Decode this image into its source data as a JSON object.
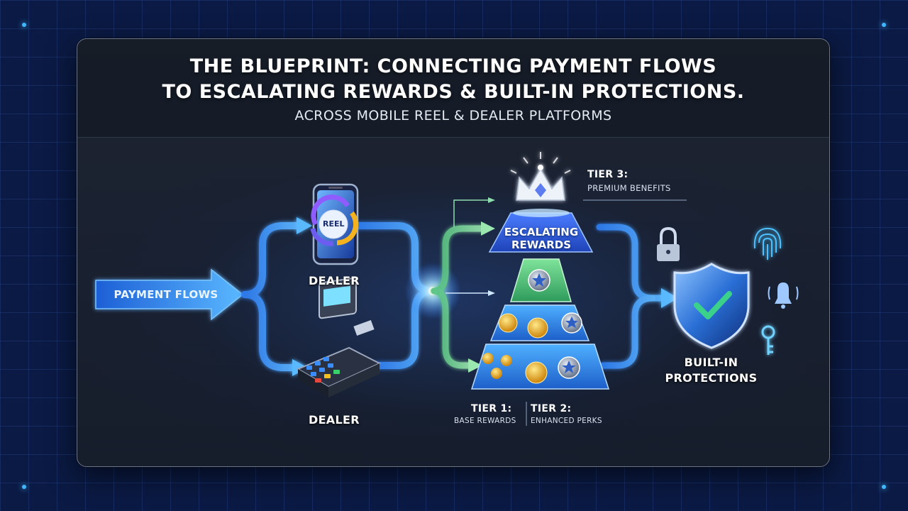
{
  "header": {
    "title_line1": "THE BLUEPRINT: CONNECTING PAYMENT FLOWS",
    "title_line2": "TO ESCALATING REWARDS & BUILT-IN PROTECTIONS.",
    "subtitle": "ACROSS MOBILE REEL & DEALER PLATFORMS"
  },
  "nodes": {
    "payment_flows": "PAYMENT FLOWS",
    "mobile_reel_badge": "REEL",
    "dealer_top": "DEALER",
    "dealer_bottom": "DEALER",
    "escalating_rewards": "ESCALATING REWARDS",
    "protections": "BUILT-IN PROTECTIONS"
  },
  "tiers": {
    "tier3_title": "TIER 3:",
    "tier3_desc": "PREMIUM BENEFITS",
    "tier1_title": "TIER 1:",
    "tier1_desc": "BASE REWARDS",
    "tier2_title": "TIER 2:",
    "tier2_desc": "ENHANCED PERKS"
  },
  "icons": [
    "crown-icon",
    "smartphone-icon",
    "cycle-arrows-icon",
    "card-terminal-icon",
    "star-badge-icon",
    "coin-icon",
    "padlock-icon",
    "fingerprint-icon",
    "bell-icon",
    "key-icon",
    "shield-check-icon"
  ],
  "colors": {
    "flow_blue": "#3a8dff",
    "flow_green": "#6fd08a",
    "accent_cyan": "#3fb7ff",
    "shield_check": "#3ad18a"
  }
}
